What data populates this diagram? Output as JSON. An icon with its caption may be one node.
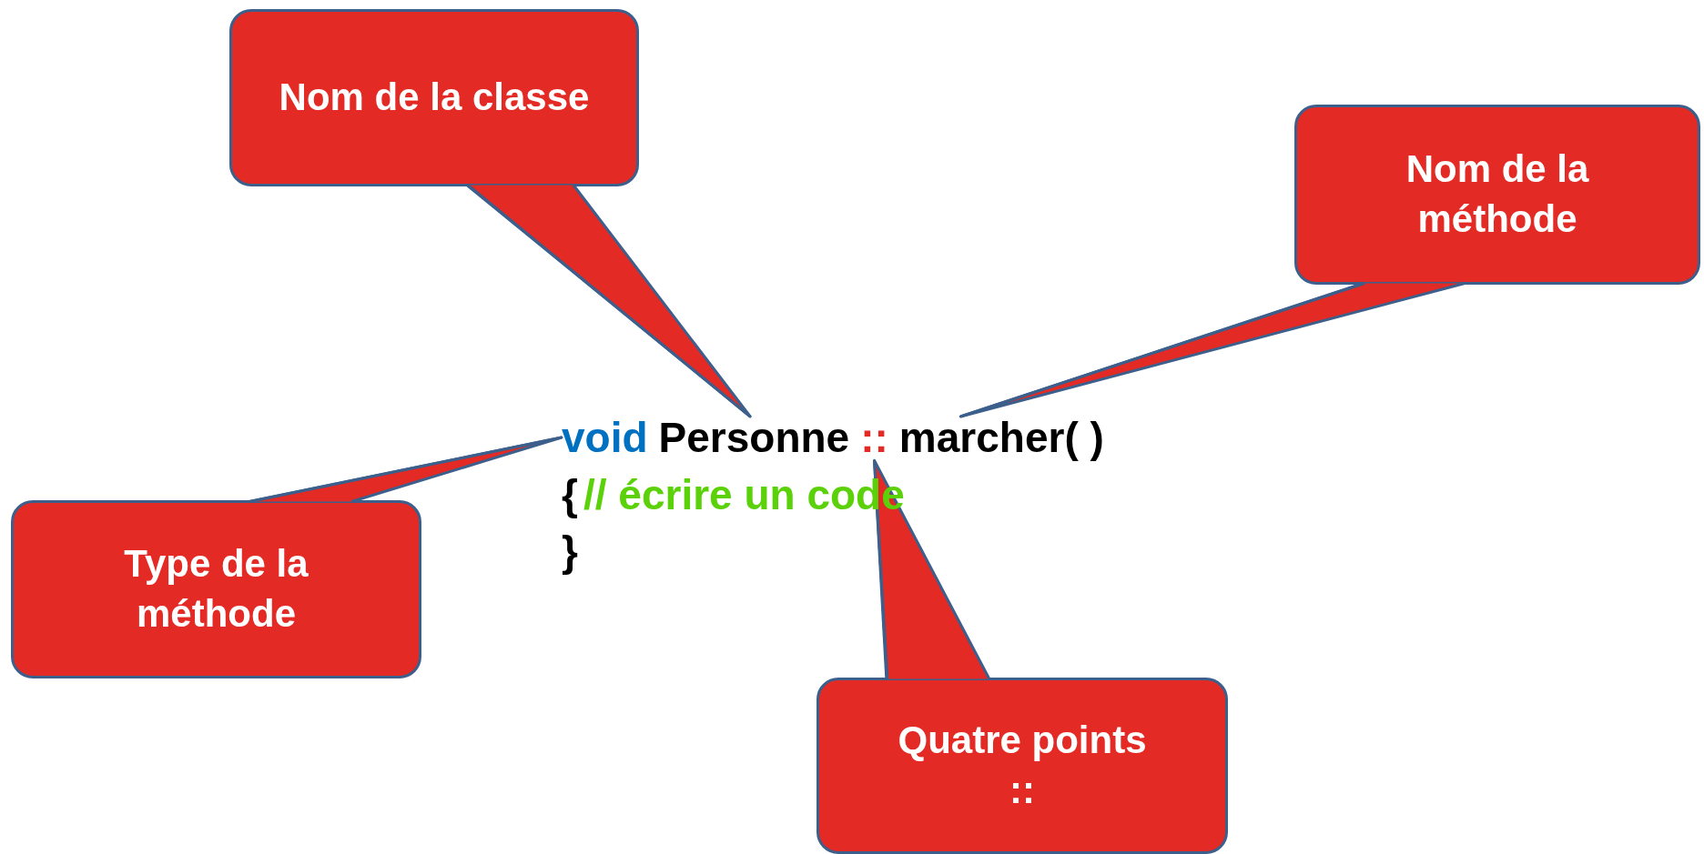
{
  "diagram": {
    "nodes": [
      {
        "text": [
          "Nom de la classe"
        ]
      },
      {
        "text": [
          "Nom de la méthode"
        ]
      },
      {
        "text": [
          "Type de la méthode"
        ]
      },
      {
        "text": [
          "Quatre points ::"
        ]
      },
      {
        "text": [
          "void"
        ]
      },
      {
        "text": [
          "Personne"
        ]
      },
      {
        "text": [
          "::"
        ]
      },
      {
        "text": [
          "marcher( )"
        ]
      }
    ],
    "edges": [
      {
        "from": 0,
        "to": 5,
        "arrow": "none"
      },
      {
        "from": 1,
        "to": 7,
        "arrow": "none"
      },
      {
        "from": 2,
        "to": 4,
        "arrow": "none"
      },
      {
        "from": 3,
        "to": 6,
        "arrow": "none"
      }
    ],
    "labels": [
      "{",
      "// écrire un code",
      "}"
    ]
  }
}
